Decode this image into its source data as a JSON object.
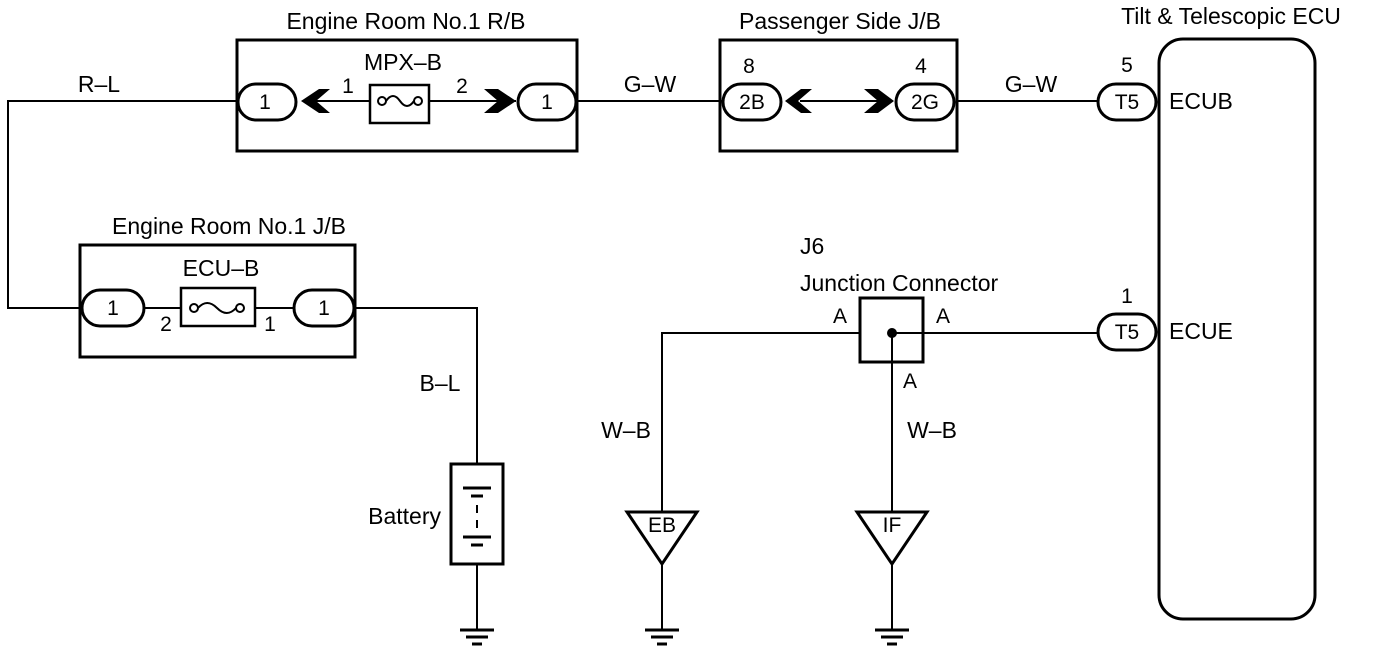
{
  "blocks": {
    "rb": {
      "title": "Engine Room No.1 R/B",
      "fuse": "MPX–B",
      "pin_left": "1",
      "pin_right": "2",
      "term_left": "1",
      "term_right": "1"
    },
    "psjb": {
      "title": "Passenger Side J/B",
      "term_left": "2B",
      "term_right": "2G",
      "pin_left": "8",
      "pin_right": "4"
    },
    "ecu": {
      "title": "Tilt & Telescopic ECU",
      "term_top": "T5",
      "term_top_pin": "5",
      "term_top_label": "ECUB",
      "term_bottom": "T5",
      "term_bottom_pin": "1",
      "term_bottom_label": "ECUE"
    },
    "jb": {
      "title": "Engine Room No.1 J/B",
      "fuse": "ECU–B",
      "term_left": "1",
      "term_right": "1",
      "pin_left": "2",
      "pin_right": "1"
    },
    "j6": {
      "id": "J6",
      "title": "Junction Connector",
      "pin_left": "A",
      "pin_right": "A",
      "pin_bottom": "A"
    },
    "battery": {
      "label": "Battery"
    }
  },
  "wires": {
    "rl": "R–L",
    "gw1": "G–W",
    "gw2": "G–W",
    "bl": "B–L",
    "wb1": "W–B",
    "wb2": "W–B"
  },
  "grounds": {
    "eb": "EB",
    "if": "IF"
  }
}
